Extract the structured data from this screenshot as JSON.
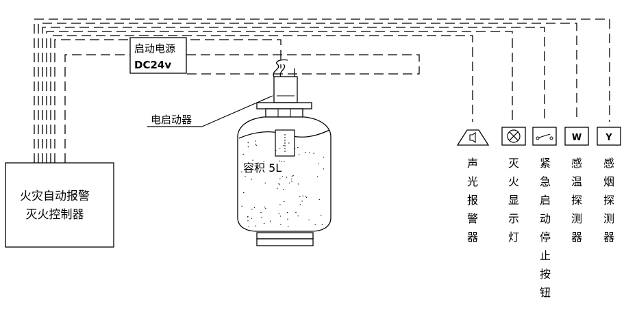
{
  "controller": {
    "line1": "火灾自动报警",
    "line2": "灭火控制器"
  },
  "power": {
    "line1": "启动电源",
    "line2": "DC24v"
  },
  "actuator_label": "电启动器",
  "cylinder_label": "容积  5L",
  "devices": [
    {
      "id": "sound-light-alarm",
      "icon": "speaker-icon",
      "symbol": "",
      "label": "声光报警器"
    },
    {
      "id": "extinguish-indicator",
      "icon": "cross-lamp-icon",
      "symbol": "",
      "label": "灭火显示灯"
    },
    {
      "id": "emergency-stop",
      "icon": "switch-icon",
      "symbol": "",
      "label": "紧急启动停止按钮"
    },
    {
      "id": "heat-detector",
      "icon": "heat-detector-icon",
      "symbol": "W",
      "label": "感温探测器"
    },
    {
      "id": "smoke-detector",
      "icon": "smoke-detector-icon",
      "symbol": "Y",
      "label": "感烟探测器"
    }
  ]
}
